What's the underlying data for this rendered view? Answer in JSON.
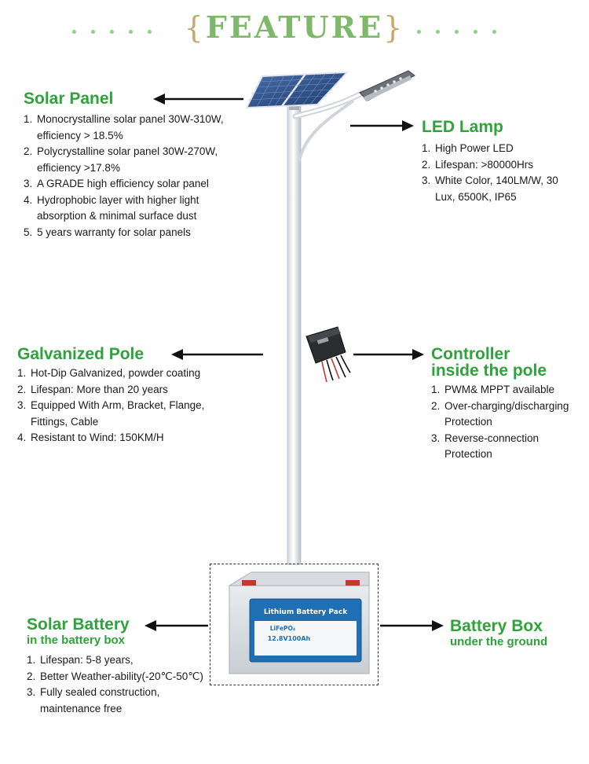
{
  "title": {
    "open_brace": "{",
    "word": "FEATURE",
    "close_brace": "}"
  },
  "solar_panel": {
    "heading": "Solar Panel",
    "items": [
      {
        "num": "1.",
        "text": "Monocrystalline solar panel 30W-310W, efficiency > 18.5%"
      },
      {
        "num": "2.",
        "text": "Polycrystalline solar panel 30W-270W, efficiency >17.8%"
      },
      {
        "num": "3.",
        "text": "A GRADE high efficiency solar panel"
      },
      {
        "num": "4.",
        "text": "Hydrophobic layer with higher light absorption & minimal surface dust"
      },
      {
        "num": "5.",
        "text": "5 years warranty for solar panels"
      }
    ]
  },
  "led_lamp": {
    "heading": "LED Lamp",
    "items": [
      {
        "num": "1.",
        "text": "High Power LED"
      },
      {
        "num": "2.",
        "text": "Lifespan: >80000Hrs"
      },
      {
        "num": "3.",
        "text": "White Color, 140LM/W, 30 Lux, 6500K, IP65"
      }
    ]
  },
  "galvanized_pole": {
    "heading": "Galvanized Pole",
    "items": [
      {
        "num": "1.",
        "text": "Hot-Dip Galvanized, powder coating"
      },
      {
        "num": "2.",
        "text": "Lifespan: More than 20 years"
      },
      {
        "num": "3.",
        "text": "Equipped With Arm, Bracket, Flange, Fittings, Cable"
      },
      {
        "num": "4.",
        "text": "Resistant to Wind: 150KM/H"
      }
    ]
  },
  "controller": {
    "heading_line1": "Controller",
    "heading_line2": "inside the pole",
    "items": [
      {
        "num": "1.",
        "text": "PWM& MPPT available"
      },
      {
        "num": "2.",
        "text": "Over-charging/discharging Protection"
      },
      {
        "num": "3.",
        "text": "Reverse-connection Protection"
      }
    ]
  },
  "solar_battery": {
    "heading": "Solar Battery",
    "subheading": "in the battery box",
    "items": [
      {
        "num": "1.",
        "text": "Lifespan: 5-8 years,"
      },
      {
        "num": "2.",
        "text": "Better Weather-ability(-20℃-50℃)"
      },
      {
        "num": "3.",
        "text": "Fully sealed construction, maintenance free"
      }
    ]
  },
  "battery_box": {
    "heading": "Battery Box",
    "subheading": "under the ground"
  },
  "battery_label": {
    "line1": "Lithium Battery Pack",
    "line2": "LiFePO₄",
    "line3": "12.8V100Ah"
  },
  "colors": {
    "heading_green": "#2ea33a",
    "title_green": "#7fb86a",
    "brace_gold": "#c7a86a",
    "dot_green": "#8fcf8a"
  },
  "icons": [
    "solar-panel-icon",
    "led-lamp-icon",
    "pole-icon",
    "controller-icon",
    "battery-icon",
    "arrow-icon"
  ]
}
